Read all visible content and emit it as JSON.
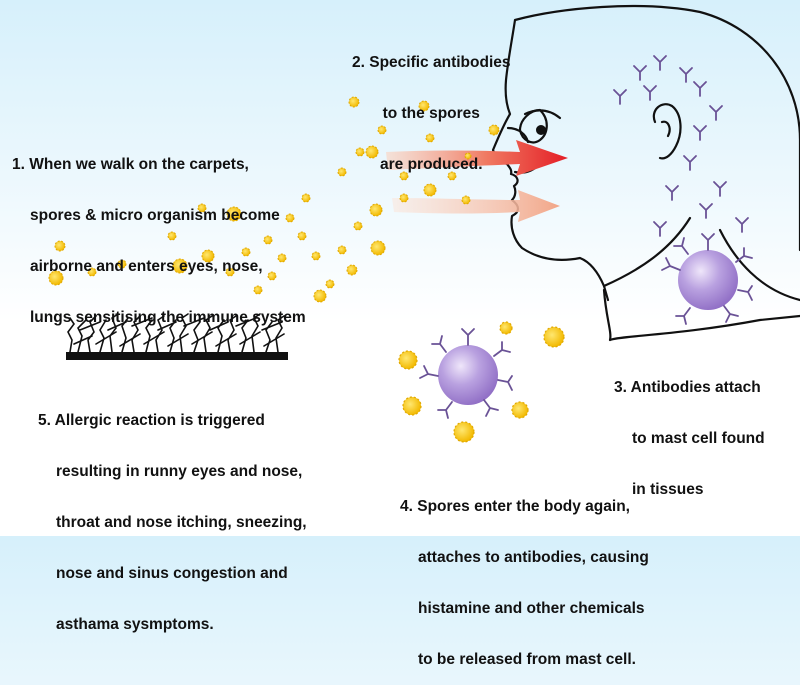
{
  "steps": {
    "step1": {
      "lines": [
        "1. When we walk on the carpets,",
        "spores & micro organism become",
        "airborne and enters eyes, nose,",
        "lungs sensitising the immune system"
      ]
    },
    "step2": {
      "lines": [
        "2. Specific antibodies",
        "to the spores",
        "are produced."
      ]
    },
    "step3": {
      "lines": [
        "3. Antibodies attach",
        "to mast cell found",
        "in tissues"
      ]
    },
    "step4": {
      "lines": [
        "4. Spores enter the body again,",
        "attaches to antibodies, causing",
        "histamine and other chemicals",
        "to be released from mast cell."
      ]
    },
    "step5": {
      "lines": [
        "5. Allergic reaction is triggered",
        "resulting in runny eyes and nose,",
        "throat and nose itching, sneezing,",
        "nose and sinus congestion and",
        "asthama sysmptoms."
      ]
    }
  },
  "colors": {
    "spore": "#f5c518",
    "mast_cell": "#a98bd6",
    "antibody": "#6a5296",
    "arrow_red": "#e8262a",
    "arrow_light": "#f3b39a",
    "sky": "#d6f0fb"
  }
}
